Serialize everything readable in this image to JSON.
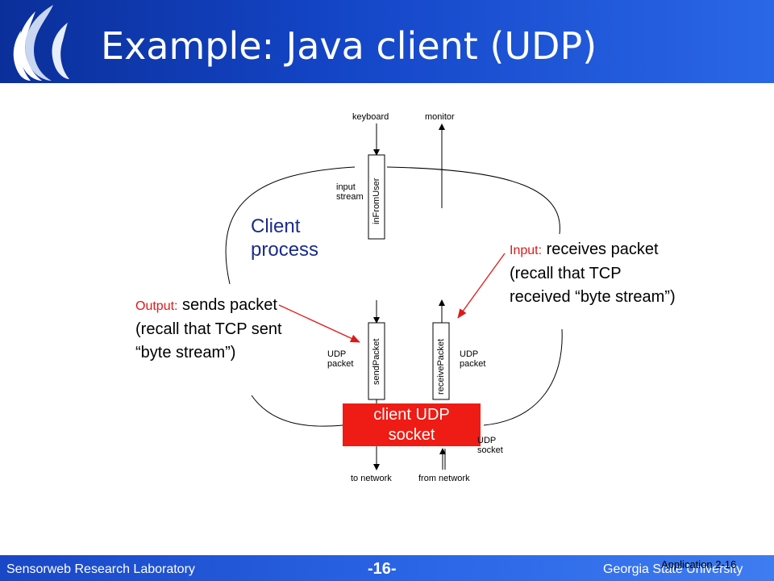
{
  "slide": {
    "title": "Example: Java client (UDP)",
    "footer_left": "Sensorweb Research Laboratory",
    "footer_center": "-16-",
    "footer_right": "Georgia State University",
    "slide_label": "Application 2-16"
  },
  "diagram": {
    "keyboard": "keyboard",
    "monitor": "monitor",
    "input_stream": "input\nstream",
    "in_from_user": "inFromUser",
    "client_process": "Client\nprocess",
    "send_packet": "sendPacket",
    "receive_packet": "receivePacket",
    "udp_packet_left": "UDP\npacket",
    "udp_packet_right": "UDP\npacket",
    "client_udp_socket": "client UDP\nsocket",
    "udp_socket": "UDP\nsocket",
    "to_network": "to network",
    "from_network": "from network"
  },
  "annotations": {
    "output_lead": "Output:",
    "output_text": " sends packet (recall that TCP sent “byte stream”)",
    "input_lead": "Input:",
    "input_text": " receives packet (recall that TCP received “byte stream”)"
  },
  "colors": {
    "header": "#1446c8",
    "socket": "#ee1c14",
    "arrow": "#e01818",
    "client_process": "#1a2c8c"
  }
}
